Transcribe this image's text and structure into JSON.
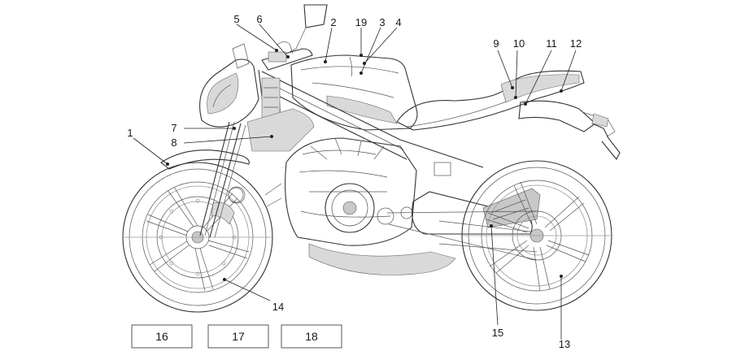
{
  "callouts": [
    {
      "id": "1",
      "label": "1"
    },
    {
      "id": "2",
      "label": "2"
    },
    {
      "id": "3",
      "label": "3"
    },
    {
      "id": "4",
      "label": "4"
    },
    {
      "id": "5",
      "label": "5"
    },
    {
      "id": "6",
      "label": "6"
    },
    {
      "id": "7",
      "label": "7"
    },
    {
      "id": "8",
      "label": "8"
    },
    {
      "id": "9",
      "label": "9"
    },
    {
      "id": "10",
      "label": "10"
    },
    {
      "id": "11",
      "label": "11"
    },
    {
      "id": "12",
      "label": "12"
    },
    {
      "id": "13",
      "label": "13"
    },
    {
      "id": "14",
      "label": "14"
    },
    {
      "id": "15",
      "label": "15"
    },
    {
      "id": "19",
      "label": "19"
    }
  ],
  "part_boxes": [
    {
      "id": "16",
      "label": "16"
    },
    {
      "id": "17",
      "label": "17"
    },
    {
      "id": "18",
      "label": "18"
    }
  ]
}
